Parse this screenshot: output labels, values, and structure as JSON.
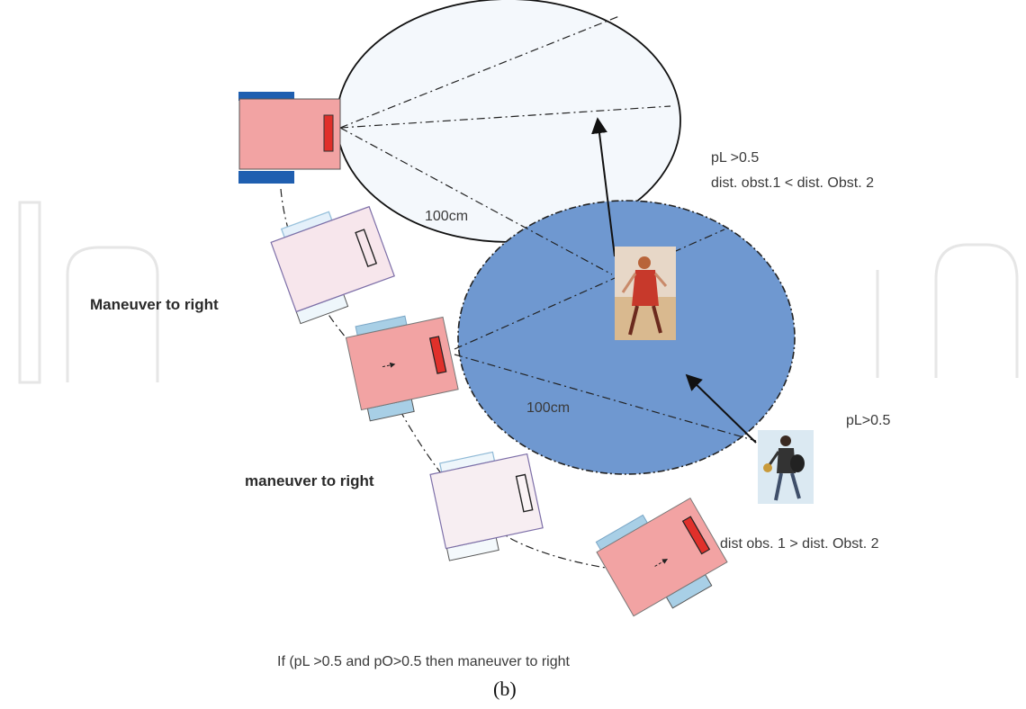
{
  "diagram": {
    "annotations": {
      "case1_condition": "pL >0.5",
      "case1_distance": "dist. obst.1 < dist. Obst. 2",
      "radius_top": "100cm",
      "radius_bottom": "100cm",
      "case2_condition": "pL>0.5",
      "case2_distance": "dist obs. 1 > dist. Obst. 2",
      "maneuver_upper": "Maneuver to right",
      "maneuver_lower": "maneuver to right",
      "rule": "If (pL >0.5 and  pO>0.5 then maneuver to right"
    },
    "watermark": "In",
    "caption": "(b)",
    "colors": {
      "robot_body": "#f2a3a3",
      "robot_body_faded": "#f7e6ec",
      "robot_track_dark": "#1f5fb0",
      "robot_track_light": "#a8cfe6",
      "sensor": "#e0302a",
      "zone_top_fill": "#f4f8fc",
      "zone_bottom_fill": "#6f98d0",
      "watermark": "#e8e8e8"
    },
    "icons": {
      "pedestrian_1": "woman-walking-icon",
      "pedestrian_2": "man-walking-icon"
    }
  }
}
